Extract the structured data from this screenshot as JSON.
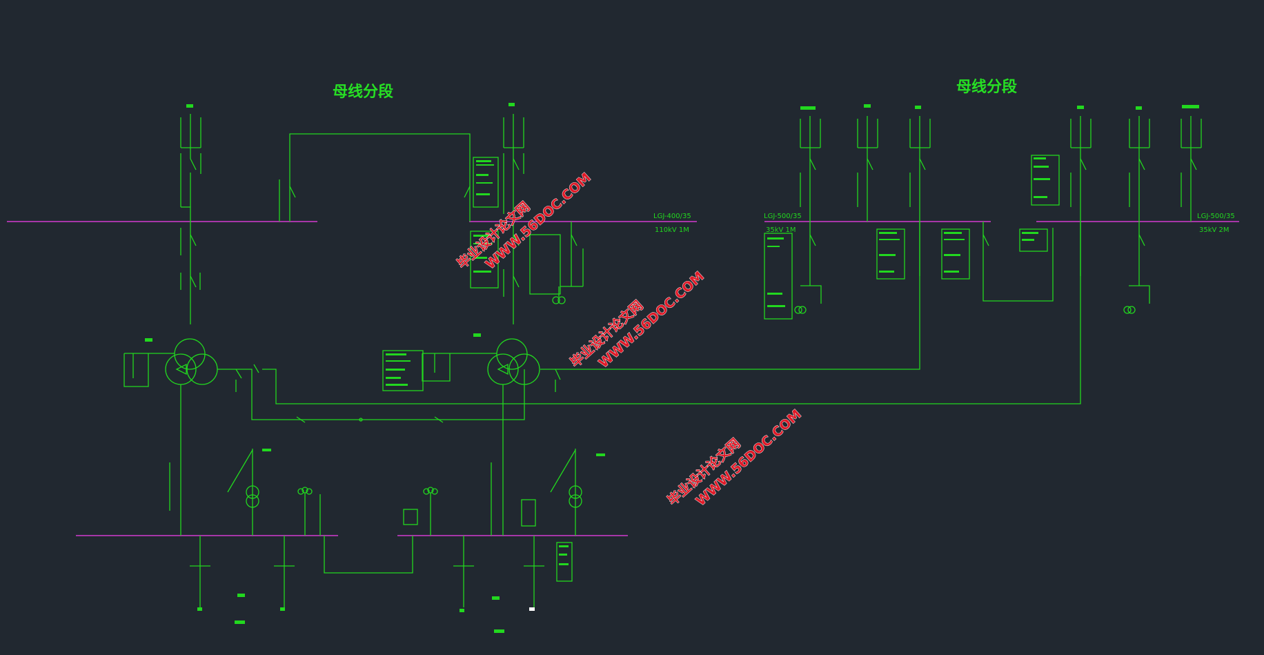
{
  "titles": {
    "left": "母线分段",
    "right": "母线分段"
  },
  "bus_labels": {
    "line_110": "LGJ-400/35",
    "volt_110": "110kV  1M",
    "line_35_left": "LGJ-500/35",
    "volt_35_left": "35kV  1M",
    "line_35_right": "LGJ-500/35",
    "volt_35_right": "35kV  2M"
  },
  "watermarks": [
    {
      "text1": "毕业设计论文网",
      "text2": "WWW.56DOC.COM"
    },
    {
      "text1": "毕业设计论文网",
      "text2": "WWW.56DOC.COM"
    },
    {
      "text1": "毕业设计论文网",
      "text2": "WWW.56DOC.COM"
    }
  ],
  "colors": {
    "background": "#212830",
    "line": "#22d81f",
    "bus": "#d43bd0",
    "watermark": "#e01a28"
  }
}
